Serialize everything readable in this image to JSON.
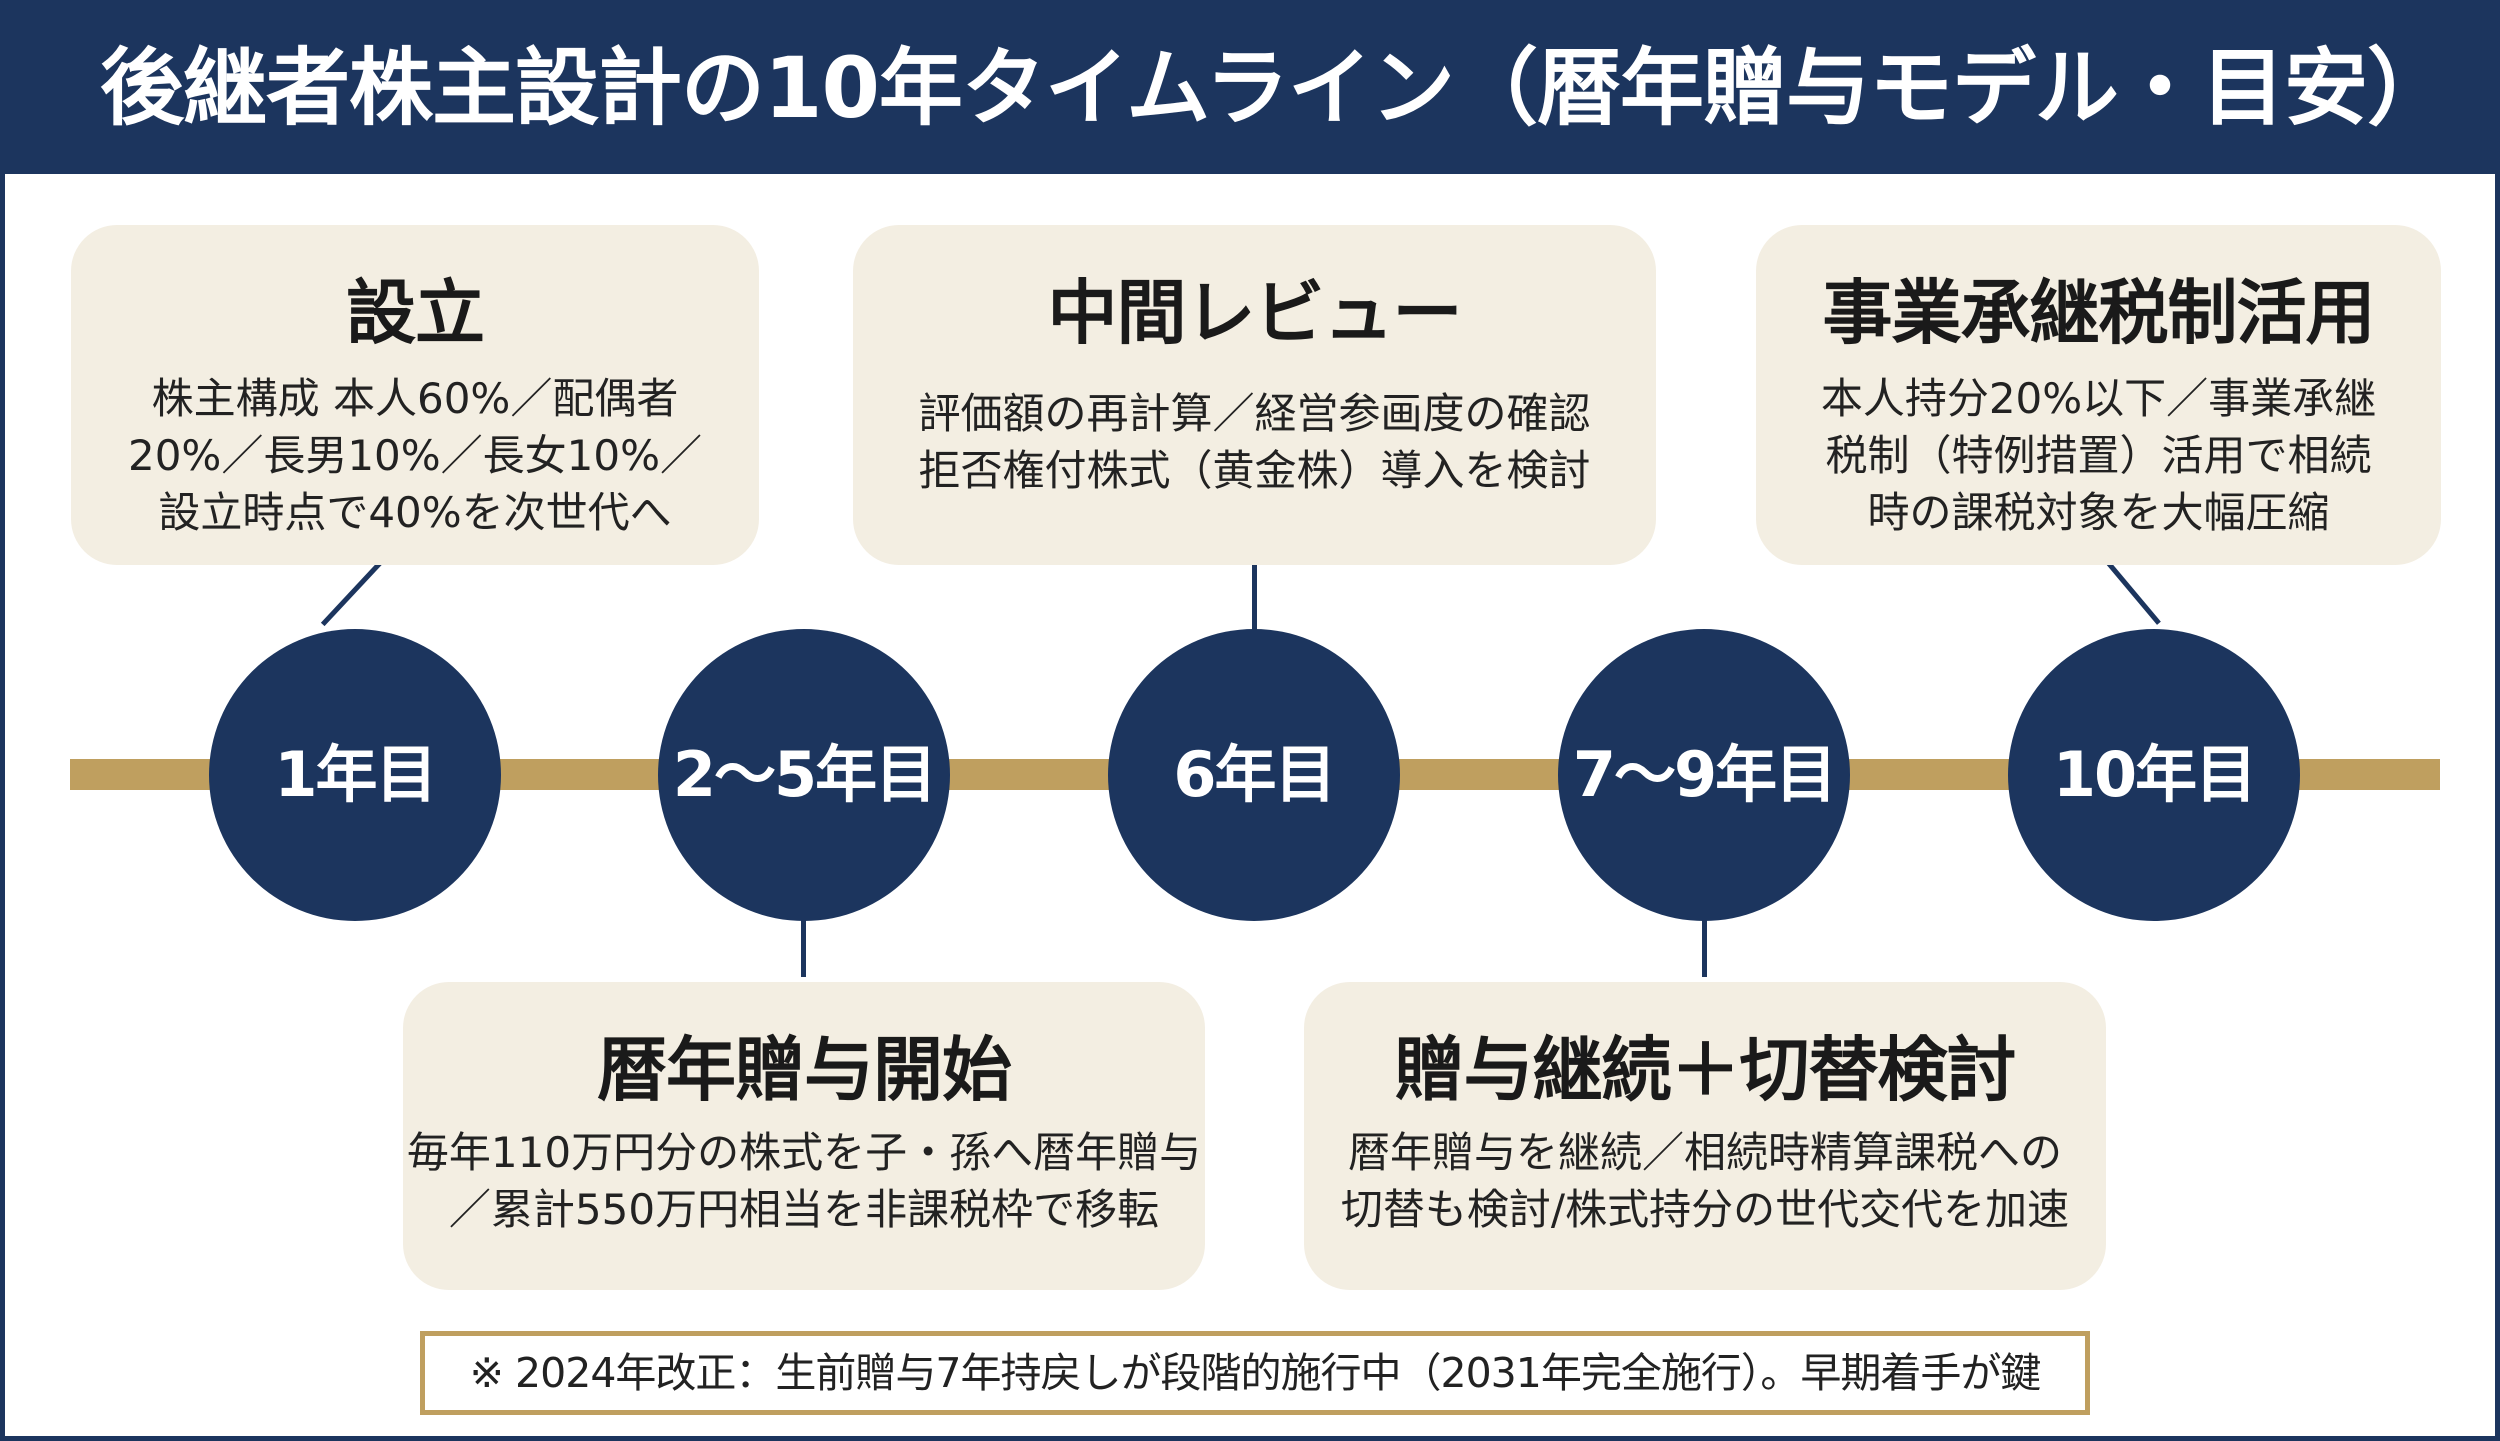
{
  "title": "後継者株主設計の10年タイムライン（暦年贈与モデル・目安）",
  "colors": {
    "navy": "#1c355e",
    "gold": "#bf9f5f",
    "card_background": "#f3eee2"
  },
  "milestones": [
    {
      "year_label": "1年目",
      "card_title": "設立",
      "card_lines": [
        "株主構成 本人60%／配偶者",
        "20%／長男10%／長女10%／",
        "設立時点で40%を次世代へ"
      ]
    },
    {
      "year_label": "2〜5年目",
      "card_title": "暦年贈与開始",
      "card_lines": [
        "毎年110万円分の株式を子・孫へ暦年贈与",
        "／累計550万円相当を非課税枠で移転"
      ]
    },
    {
      "year_label": "6年目",
      "card_title": "中間レビュー",
      "card_lines": [
        "評価額の再計算／経営参画度の確認",
        "拒否権付株式（黄金株）導入を検討"
      ]
    },
    {
      "year_label": "7〜9年目",
      "card_title": "贈与継続＋切替検討",
      "card_lines": [
        "暦年贈与を継続／相続時精算課税への",
        "切替も検討/株式持分の世代交代を加速"
      ]
    },
    {
      "year_label": "10年目",
      "card_title": "事業承継税制活用",
      "card_lines": [
        "本人持分20%以下／事業承継",
        "税制（特例措置）活用で相続",
        "時の課税対象を大幅圧縮"
      ]
    }
  ],
  "footnote": "※ 2024年改正：生前贈与7年持戻しが段階的施行中（2031年完全施行）。早期着手が鍵"
}
